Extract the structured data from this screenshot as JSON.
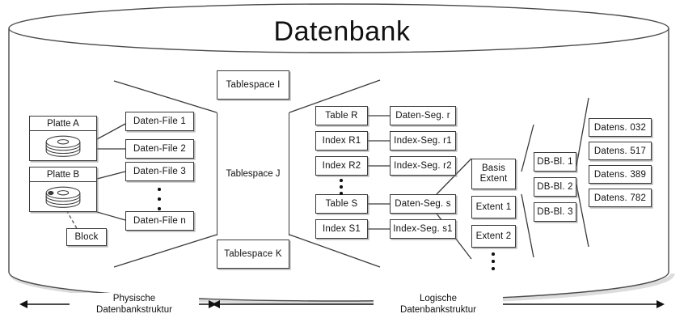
{
  "diagram": {
    "title": "Datenbank",
    "physical_label_line1": "Physische",
    "physical_label_line2": "Datenbankstruktur",
    "logical_label_line1": "Logische",
    "logical_label_line2": "Datenbankstruktur",
    "colors": {
      "stroke": "#3a3a3a",
      "text": "#111111",
      "background": "#ffffff",
      "shadow": "#787878"
    }
  },
  "disks": [
    {
      "label": "Platte A"
    },
    {
      "label": "Platte B"
    }
  ],
  "block": {
    "label": "Block"
  },
  "data_files": [
    {
      "label": "Daten-File 1"
    },
    {
      "label": "Daten-File 2"
    },
    {
      "label": "Daten-File 3"
    },
    {
      "label": "Daten-File n"
    }
  ],
  "tablespaces": [
    {
      "label": "Tablespace I"
    },
    {
      "label": "Tablespace J"
    },
    {
      "label": "Tablespace K"
    }
  ],
  "objects": [
    {
      "label": "Table R"
    },
    {
      "label": "Index R1"
    },
    {
      "label": "Index R2"
    },
    {
      "label": "Table S"
    },
    {
      "label": "Index S1"
    }
  ],
  "segments": [
    {
      "label": "Daten-Seg. r"
    },
    {
      "label": "Index-Seg. r1"
    },
    {
      "label": "Index-Seg. r2"
    },
    {
      "label": "Daten-Seg. s"
    },
    {
      "label": "Index-Seg. s1"
    }
  ],
  "extents": [
    {
      "line1": "Basis",
      "line2": "Extent"
    },
    {
      "label": "Extent 1"
    },
    {
      "label": "Extent 2"
    }
  ],
  "db_blocks": [
    {
      "label": "DB-Bl. 1"
    },
    {
      "label": "DB-Bl. 2"
    },
    {
      "label": "DB-Bl. 3"
    }
  ],
  "records": [
    {
      "label": "Datens. 032"
    },
    {
      "label": "Datens. 517"
    },
    {
      "label": "Datens. 389"
    },
    {
      "label": "Datens. 782"
    }
  ]
}
